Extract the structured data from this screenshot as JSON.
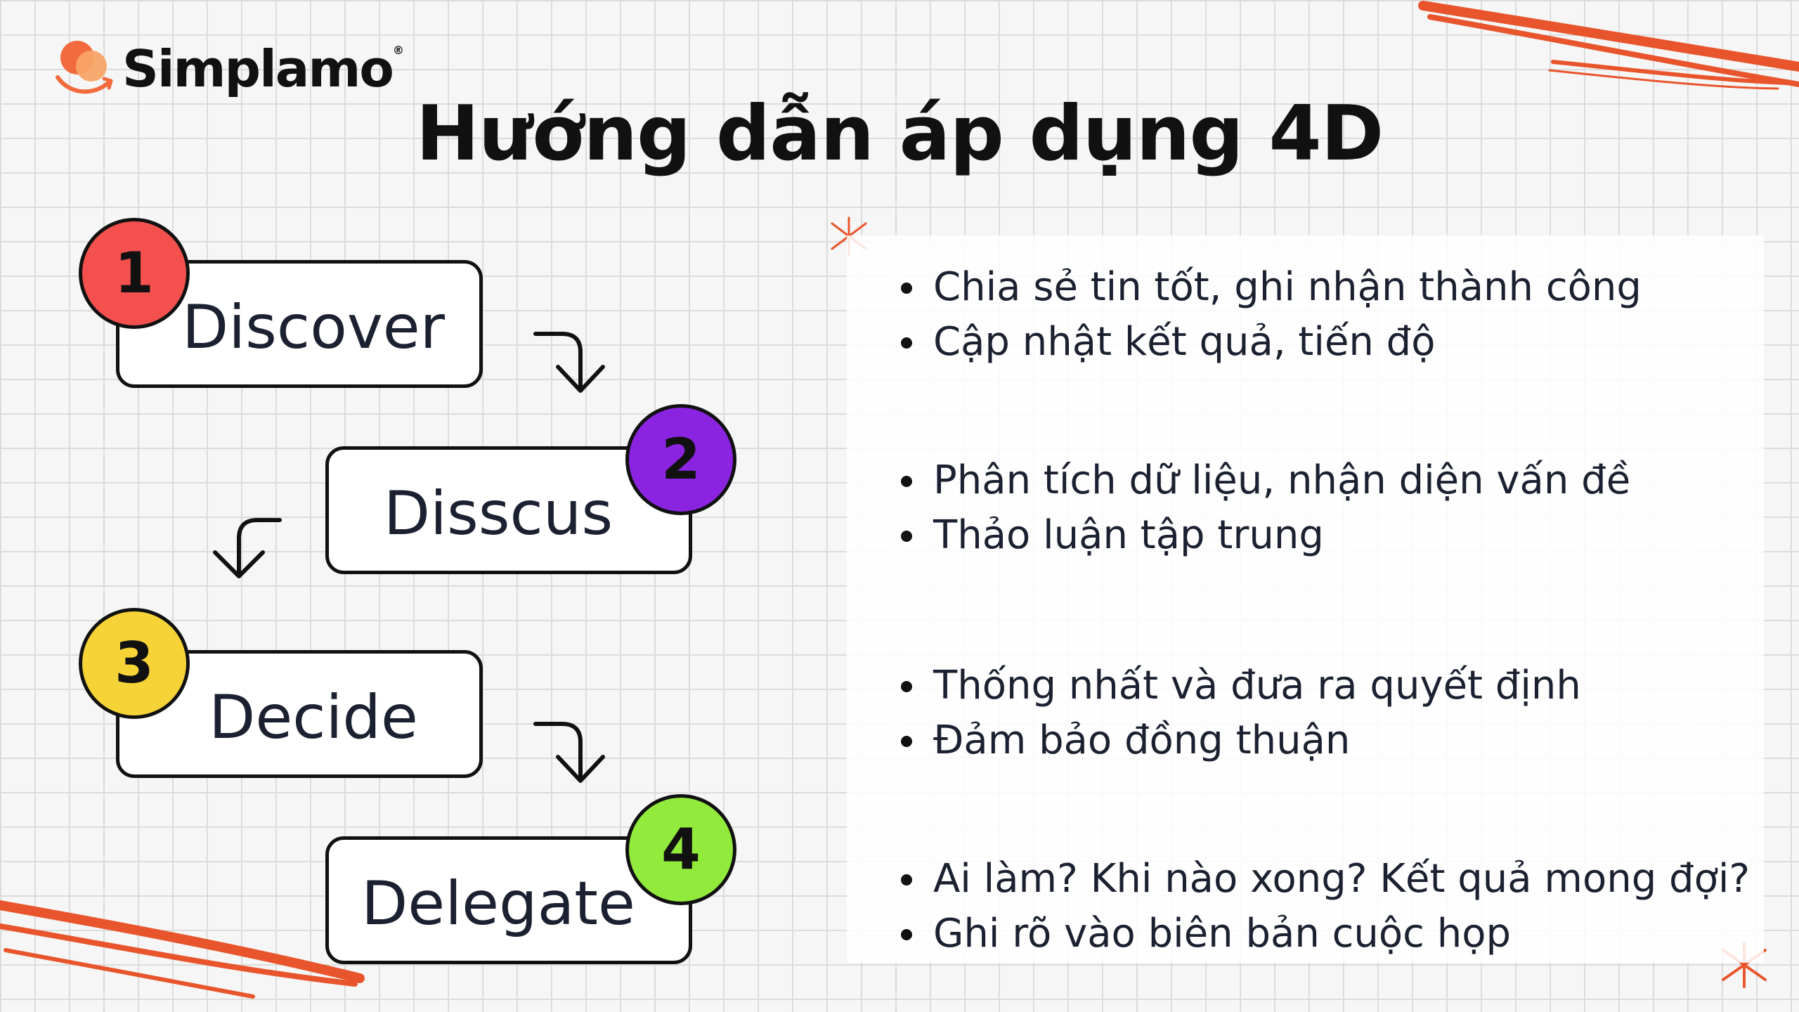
{
  "brand": {
    "name": "Simplamo",
    "reg": "®"
  },
  "title": "Hướng dẫn áp dụng 4D",
  "colors": {
    "accent": "#e8552c",
    "step1": "#f4504e",
    "step2": "#8a24e0",
    "step3": "#f6d437",
    "step4": "#92ea3c"
  },
  "steps": [
    {
      "num": "1",
      "label": "Discover",
      "bullets": [
        "Chia sẻ tin tốt, ghi nhận thành công",
        "Cập nhật kết quả, tiến độ"
      ]
    },
    {
      "num": "2",
      "label": "Disscus",
      "bullets": [
        "Phân tích dữ liệu, nhận diện vấn đề",
        "Thảo luận tập trung"
      ]
    },
    {
      "num": "3",
      "label": "Decide",
      "bullets": [
        "Thống nhất và đưa ra quyết định",
        "Đảm bảo đồng thuận"
      ]
    },
    {
      "num": "4",
      "label": "Delegate",
      "bullets": [
        "Ai làm? Khi nào xong? Kết quả mong đợi?",
        "Ghi rõ vào biên bản cuộc họp"
      ]
    }
  ],
  "icons": [
    "arrow-down-right-icon",
    "arrow-down-left-icon",
    "sparkle-icon"
  ]
}
